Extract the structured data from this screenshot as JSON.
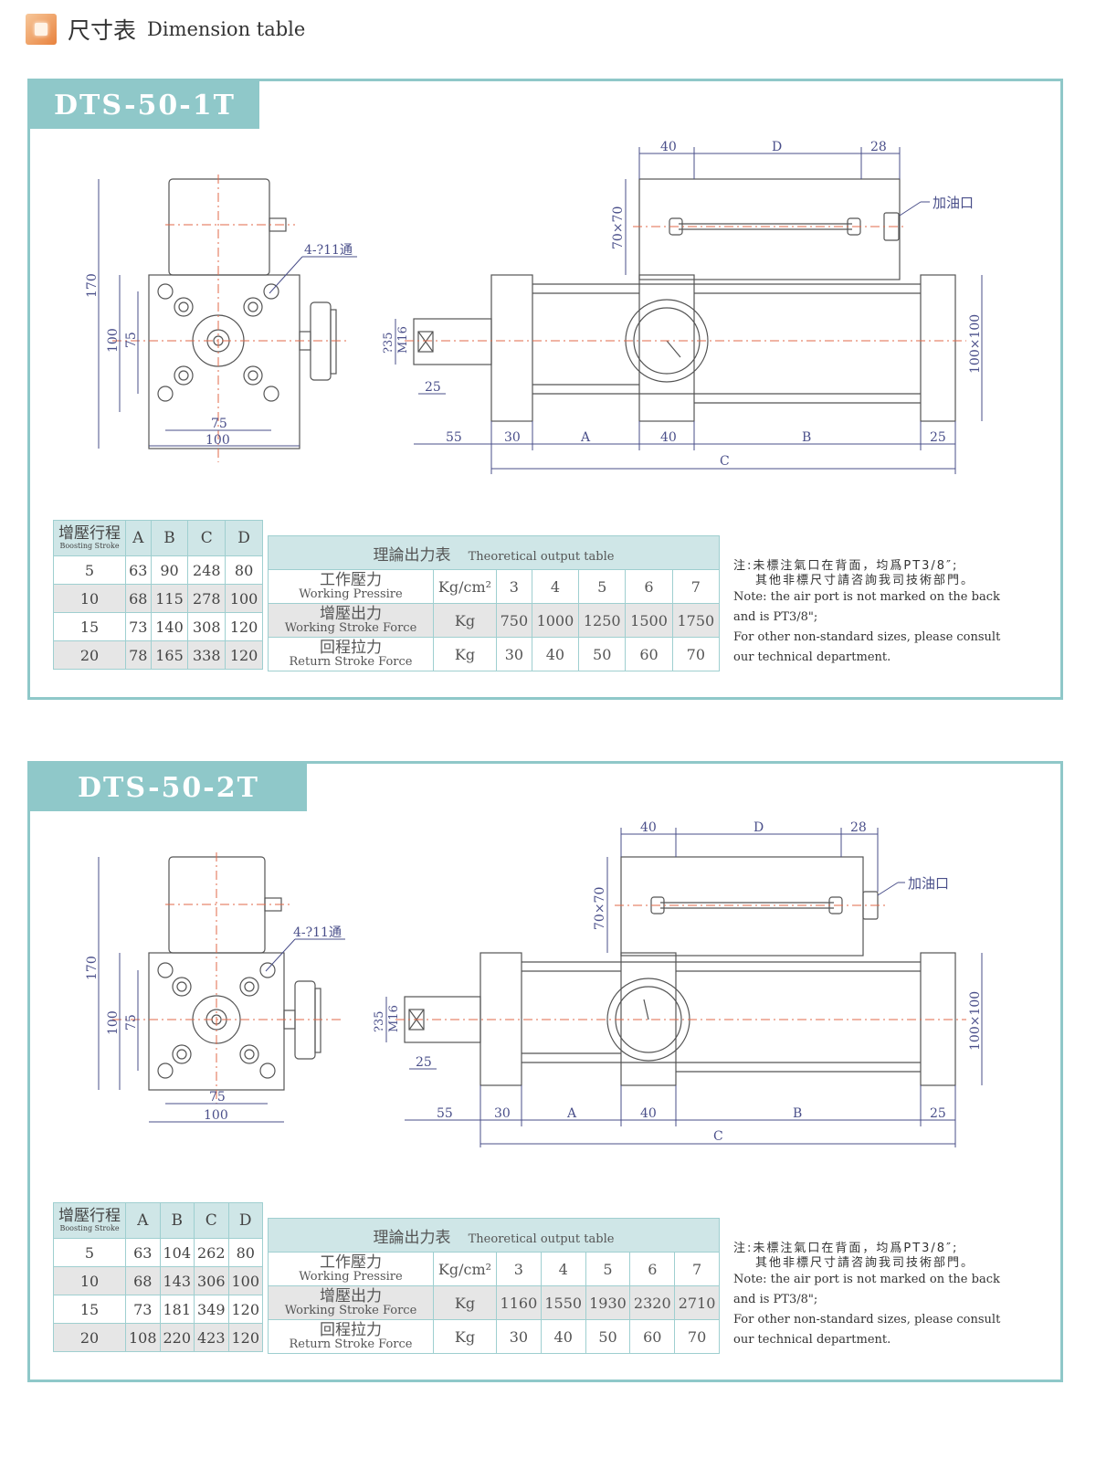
{
  "header": {
    "cn": "尺寸表",
    "en": "Dimension table"
  },
  "sections": [
    {
      "title": "DTS-50-1T",
      "drawing": {
        "left_labels": {
          "h170": "170",
          "h100": "100",
          "h75": "75",
          "w75": "75",
          "w100": "100",
          "holes": "4-?11通"
        },
        "right_labels": {
          "d40": "40",
          "dD": "D",
          "d28": "28",
          "d70x70": "70×70",
          "oil": "加油口",
          "d35": "?35",
          "m16": "M16",
          "d25a": "25",
          "d100x100": "100×100",
          "b55": "55",
          "b30": "30",
          "bA": "A",
          "b40": "40",
          "bB": "B",
          "b25": "25",
          "bC": "C"
        }
      },
      "stroke_table": {
        "header_cn": "增壓行程",
        "header_en": "Boosting Stroke",
        "columns": [
          "A",
          "B",
          "C",
          "D"
        ],
        "rows": [
          {
            "stroke": "5",
            "A": "63",
            "B": "90",
            "C": "248",
            "D": "80"
          },
          {
            "stroke": "10",
            "A": "68",
            "B": "115",
            "C": "278",
            "D": "100"
          },
          {
            "stroke": "15",
            "A": "73",
            "B": "140",
            "C": "308",
            "D": "120"
          },
          {
            "stroke": "20",
            "A": "78",
            "B": "165",
            "C": "338",
            "D": "120"
          }
        ]
      },
      "output_table": {
        "title_cn": "理論出力表",
        "title_en": "Theoretical output table",
        "rows": [
          {
            "label_cn": "工作壓力",
            "label_en": "Working Pressire",
            "unit": "Kg/cm²",
            "values": [
              "3",
              "4",
              "5",
              "6",
              "7"
            ]
          },
          {
            "label_cn": "增壓出力",
            "label_en": "Working Stroke Force",
            "unit": "Kg",
            "values": [
              "750",
              "1000",
              "1250",
              "1500",
              "1750"
            ]
          },
          {
            "label_cn": "回程拉力",
            "label_en": "Return Stroke Force",
            "unit": "Kg",
            "values": [
              "30",
              "40",
              "50",
              "60",
              "70"
            ]
          }
        ]
      },
      "note": {
        "cn_line1": "注:未標注氣口在背面，均爲PT3/8″;",
        "cn_line2": "其他非標尺寸請咨詢我司技術部門。",
        "en_line1": "Note: the air port is not marked on the back and is PT3/8\";",
        "en_line2": "For other non-standard sizes, please consult our technical department."
      }
    },
    {
      "title": "DTS-50-2T",
      "drawing": {
        "left_labels": {
          "h170": "170",
          "h100": "100",
          "h75": "75",
          "w75": "75",
          "w100": "100",
          "holes": "4-?11通"
        },
        "right_labels": {
          "d40": "40",
          "dD": "D",
          "d28": "28",
          "d70x70": "70×70",
          "oil": "加油口",
          "d35": "?35",
          "m16": "M16",
          "d25a": "25",
          "d100x100": "100×100",
          "b55": "55",
          "b30": "30",
          "bA": "A",
          "b40": "40",
          "bB": "B",
          "b25": "25",
          "bC": "C"
        }
      },
      "stroke_table": {
        "header_cn": "增壓行程",
        "header_en": "Boosting Stroke",
        "columns": [
          "A",
          "B",
          "C",
          "D"
        ],
        "rows": [
          {
            "stroke": "5",
            "A": "63",
            "B": "104",
            "C": "262",
            "D": "80"
          },
          {
            "stroke": "10",
            "A": "68",
            "B": "143",
            "C": "306",
            "D": "100"
          },
          {
            "stroke": "15",
            "A": "73",
            "B": "181",
            "C": "349",
            "D": "120"
          },
          {
            "stroke": "20",
            "A": "108",
            "B": "220",
            "C": "423",
            "D": "120"
          }
        ]
      },
      "output_table": {
        "title_cn": "理論出力表",
        "title_en": "Theoretical output table",
        "rows": [
          {
            "label_cn": "工作壓力",
            "label_en": "Working Pressire",
            "unit": "Kg/cm²",
            "values": [
              "3",
              "4",
              "5",
              "6",
              "7"
            ]
          },
          {
            "label_cn": "增壓出力",
            "label_en": "Working Stroke Force",
            "unit": "Kg",
            "values": [
              "1160",
              "1550",
              "1930",
              "2320",
              "2710"
            ]
          },
          {
            "label_cn": "回程拉力",
            "label_en": "Return Stroke Force",
            "unit": "Kg",
            "values": [
              "30",
              "40",
              "50",
              "60",
              "70"
            ]
          }
        ]
      },
      "note": {
        "cn_line1": "注:未標注氣口在背面，均爲PT3/8″;",
        "cn_line2": "其他非標尺寸請咨詢我司技術部門。",
        "en_line1": "Note: the air port is not marked on the back and is PT3/8\";",
        "en_line2": "For other non-standard sizes, please consult our technical department."
      }
    }
  ]
}
